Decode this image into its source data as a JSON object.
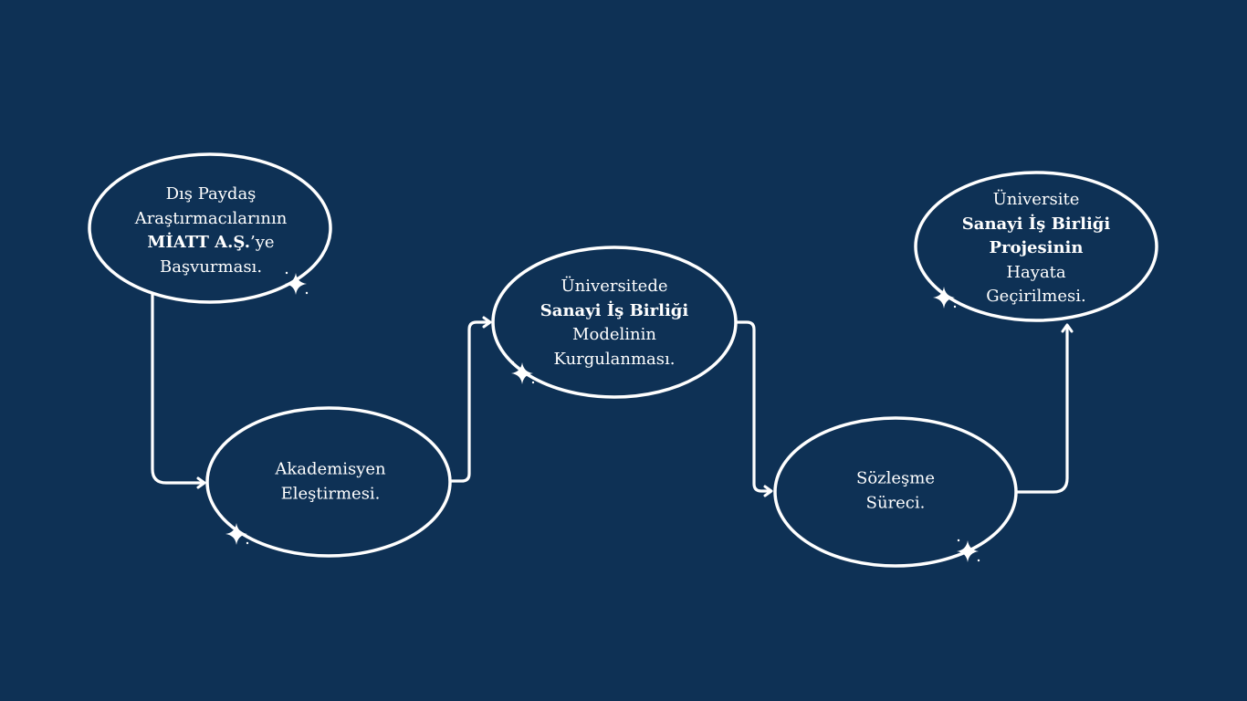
{
  "colors": {
    "background": "#0e3155",
    "stroke": "#ffffff",
    "text": "#ffffff"
  },
  "nodes": [
    {
      "id": "dis-paydas",
      "lines": [
        {
          "parts": [
            {
              "text": "Dış Paydaş",
              "bold": false
            }
          ]
        },
        {
          "parts": [
            {
              "text": "Araştırmacılarının",
              "bold": false
            }
          ]
        },
        {
          "parts": [
            {
              "text": "MİATT A.Ş.",
              "bold": true
            },
            {
              "text": "’ye",
              "bold": false
            }
          ]
        },
        {
          "parts": [
            {
              "text": "Başvurması.",
              "bold": false
            }
          ]
        }
      ]
    },
    {
      "id": "akademisyen",
      "lines": [
        {
          "parts": [
            {
              "text": "Akademisyen",
              "bold": false
            }
          ]
        },
        {
          "parts": [
            {
              "text": "Eleştirmesi.",
              "bold": false
            }
          ]
        }
      ]
    },
    {
      "id": "universitede",
      "lines": [
        {
          "parts": [
            {
              "text": "Üniversitede",
              "bold": false
            }
          ]
        },
        {
          "parts": [
            {
              "text": "Sanayi İş Birliği",
              "bold": true
            }
          ]
        },
        {
          "parts": [
            {
              "text": "Modelinin",
              "bold": false
            }
          ]
        },
        {
          "parts": [
            {
              "text": "Kurgulanması.",
              "bold": false
            }
          ]
        }
      ]
    },
    {
      "id": "sozlesme",
      "lines": [
        {
          "parts": [
            {
              "text": "Sözleşme",
              "bold": false
            }
          ]
        },
        {
          "parts": [
            {
              "text": "Süreci.",
              "bold": false
            }
          ]
        }
      ]
    },
    {
      "id": "universite",
      "lines": [
        {
          "parts": [
            {
              "text": "Üniversite",
              "bold": false
            }
          ]
        },
        {
          "parts": [
            {
              "text": "Sanayi İş Birliği",
              "bold": true
            }
          ]
        },
        {
          "parts": [
            {
              "text": "Projesinin",
              "bold": true
            }
          ]
        },
        {
          "parts": [
            {
              "text": "Hayata",
              "bold": false
            }
          ]
        },
        {
          "parts": [
            {
              "text": "Geçirilmesi.",
              "bold": false
            }
          ]
        }
      ]
    }
  ],
  "edges": [
    {
      "from": "dis-paydas",
      "to": "akademisyen"
    },
    {
      "from": "akademisyen",
      "to": "universitede"
    },
    {
      "from": "universitede",
      "to": "sozlesme"
    },
    {
      "from": "sozlesme",
      "to": "universite"
    }
  ]
}
